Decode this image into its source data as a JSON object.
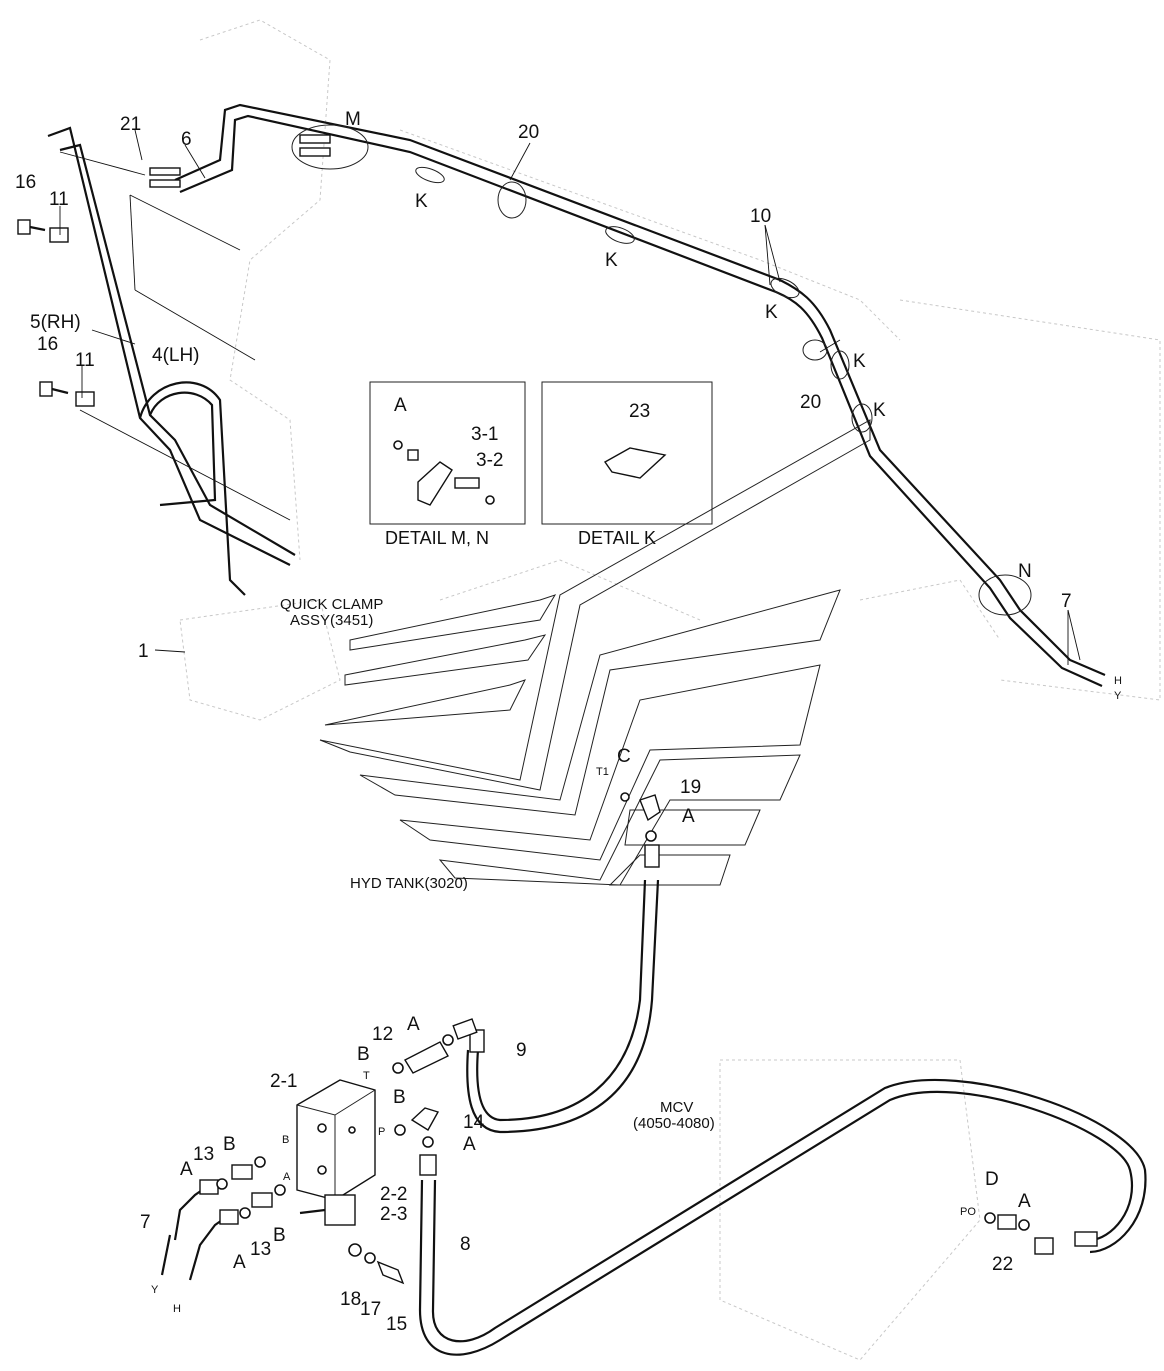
{
  "labels": {
    "n21": "21",
    "n6": "6",
    "nM": "M",
    "n20a": "20",
    "n16a": "16",
    "n11a": "11",
    "kA": "K",
    "kB": "K",
    "n10": "10",
    "kC": "K",
    "kD": "K",
    "kE": "K",
    "n20b": "20",
    "n5rh": "5(RH)",
    "n16b": "16",
    "n11b": "11",
    "n4lh": "4(LH)",
    "dA": "A",
    "d31": "3-1",
    "d32": "3-2",
    "d23": "23",
    "nN": "N",
    "n7a": "7",
    "hA": "H",
    "yA": "Y",
    "n1": "1",
    "nC": "C",
    "t1": "T1",
    "n19": "19",
    "aTank": "A",
    "n12": "12",
    "aB1": "A",
    "bB1": "B",
    "tPort": "T",
    "n9": "9",
    "n21b": "2-1",
    "bB2": "B",
    "pPort": "P",
    "n14": "14",
    "aB2": "A",
    "n13a": "13",
    "bB3": "B",
    "bLbl": "B",
    "aA3": "A",
    "aLbl": "A",
    "n22a": "2-2",
    "n23b": "2-3",
    "n7b": "7",
    "yB": "Y",
    "hB": "H",
    "aA4": "A",
    "n13b": "13",
    "bB4": "B",
    "n18": "18",
    "n17": "17",
    "n15": "15",
    "n8": "8",
    "mcv1": "MCV",
    "mcv2": "(4050-4080)",
    "dD": "D",
    "aA5": "A",
    "po": "PO",
    "n22": "22"
  },
  "captions": {
    "detail_mn": "DETAIL M, N",
    "detail_k": "DETAIL K",
    "quick_clamp_1": "QUICK CLAMP",
    "quick_clamp_2": "ASSY(3451)",
    "hyd_tank": "HYD TANK(3020)"
  }
}
